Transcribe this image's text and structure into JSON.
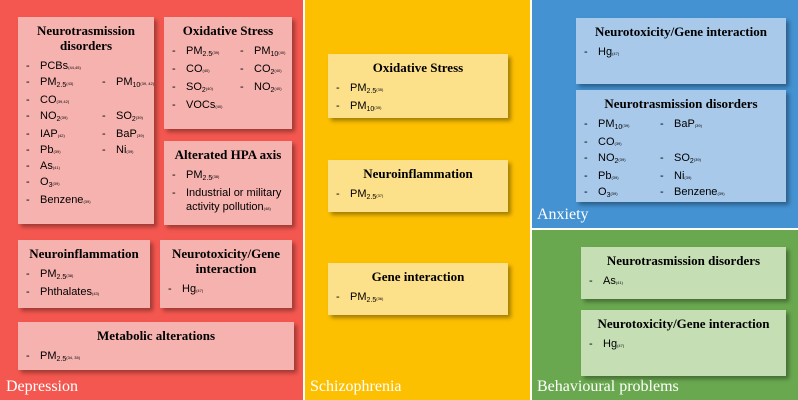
{
  "colors": {
    "depression_bg": "#f4574f",
    "depression_box": "#f6b2ae",
    "schizophrenia_bg": "#fdc000",
    "schizophrenia_box": "#fde08a",
    "anxiety_bg": "#4492d2",
    "anxiety_box": "#a8c9ea",
    "behaviour_bg": "#6aa84f",
    "behaviour_box": "#c5deb4"
  },
  "panels": {
    "depression": "Depression",
    "schizophrenia": "Schizophrenia",
    "anxiety": "Anxiety",
    "behaviour": "Behavioural problems"
  },
  "depression": {
    "neurotrans": {
      "title": "Neurotrasmission disorders",
      "pcbs": "PCBs",
      "pcbs_ref": "(44,45)",
      "pm25_base": "PM",
      "pm25_sub": "2.5",
      "pm25_ref": "(43)",
      "pm10_base": "PM",
      "pm10_sub": "10",
      "pm10_ref": "(39, 42)",
      "co": "CO",
      "co_ref": "(39,42)",
      "no2": "NO",
      "no2_sub": "2",
      "no2_ref": "(39)",
      "so2": "SO",
      "so2_sub": "2",
      "so2_ref": "(39)",
      "iap": "IAP",
      "iap_ref": "(42)",
      "bap": "BaP",
      "bap_ref": "(39)",
      "pb": "Pb",
      "pb_ref": "(39)",
      "ni": "Ni",
      "ni_ref": "(39)",
      "as": "As",
      "as_ref": "(41)",
      "o3": "O",
      "o3_sub": "3",
      "o3_ref": "(39)",
      "benzene": "Benzene",
      "benzene_ref": "(39)"
    },
    "oxidative": {
      "title": "Oxidative Stress",
      "pm25_base": "PM",
      "pm25_sub": "2.5",
      "pm25_ref": "(39)",
      "pm10_base": "PM",
      "pm10_sub": "10",
      "pm10_ref": "(40)",
      "co": "CO",
      "co_ref": "(40)",
      "co2": "CO",
      "co2_sub": "2",
      "co2_ref": "(40)",
      "so2": "SO",
      "so2_sub": "2",
      "so2_ref": "(40)",
      "no2": "NO",
      "no2_sub": "2",
      "no2_ref": "(40)",
      "vocs": "VOCs",
      "vocs_ref": "(40)"
    },
    "hpa": {
      "title": "Alterated HPA axis",
      "pm25_base": "PM",
      "pm25_sub": "2.5",
      "pm25_ref": "(38)",
      "industrial": "Industrial or military activity pollution",
      "industrial_ref": "(48)"
    },
    "neuroinflammation": {
      "title": "Neuroinflammation",
      "pm25_base": "PM",
      "pm25_sub": "2.5",
      "pm25_ref": "(38)",
      "phthalates": "Phthalates",
      "phthalates_ref": "(43)"
    },
    "neurotoxicity": {
      "title": "Neurotoxicity/Gene interaction",
      "hg": "Hg",
      "hg_ref": "(47)"
    },
    "metabolic": {
      "title": "Metabolic alterations",
      "pm25_base": "PM",
      "pm25_sub": "2.5",
      "pm25_ref": "(34, 35)"
    }
  },
  "schizophrenia": {
    "oxidative": {
      "title": "Oxidative Stress",
      "pm25_base": "PM",
      "pm25_sub": "2.5",
      "pm25_ref": "(35)",
      "pm10_base": "PM",
      "pm10_sub": "10",
      "pm10_ref": "(35)"
    },
    "neuroinflammation": {
      "title": "Neuroinflammation",
      "pm25_base": "PM",
      "pm25_sub": "2.5",
      "pm25_ref": "(37)"
    },
    "gene": {
      "title": "Gene interaction",
      "pm25_base": "PM",
      "pm25_sub": "2.5",
      "pm25_ref": "(36)"
    }
  },
  "anxiety": {
    "neurotoxicity": {
      "title": "Neurotoxicity/Gene interaction",
      "hg": "Hg",
      "hg_ref": "(47)"
    },
    "neurotrans": {
      "title": "Neurotrasmission disorders",
      "pm10_base": "PM",
      "pm10_sub": "10",
      "pm10_ref": "(39)",
      "bap": "BaP",
      "bap_ref": "(39)",
      "co": "CO",
      "co_ref": "(39)",
      "no2": "NO",
      "no2_sub": "2",
      "no2_ref": "(39)",
      "so2": "SO",
      "so2_sub": "2",
      "so2_ref": "(39)",
      "pb": "Pb",
      "pb_ref": "(39)",
      "ni": "Ni",
      "ni_ref": "(39)",
      "o3": "O",
      "o3_sub": "3",
      "o3_ref": "(39)",
      "benzene": "Benzene",
      "benzene_ref": "(39)"
    }
  },
  "behaviour": {
    "neurotrans": {
      "title": "Neurotrasmission disorders",
      "as": "As",
      "as_ref": "(41)"
    },
    "neurotoxicity": {
      "title": "Neurotoxicity/Gene interaction",
      "hg": "Hg",
      "hg_ref": "(47)"
    }
  }
}
